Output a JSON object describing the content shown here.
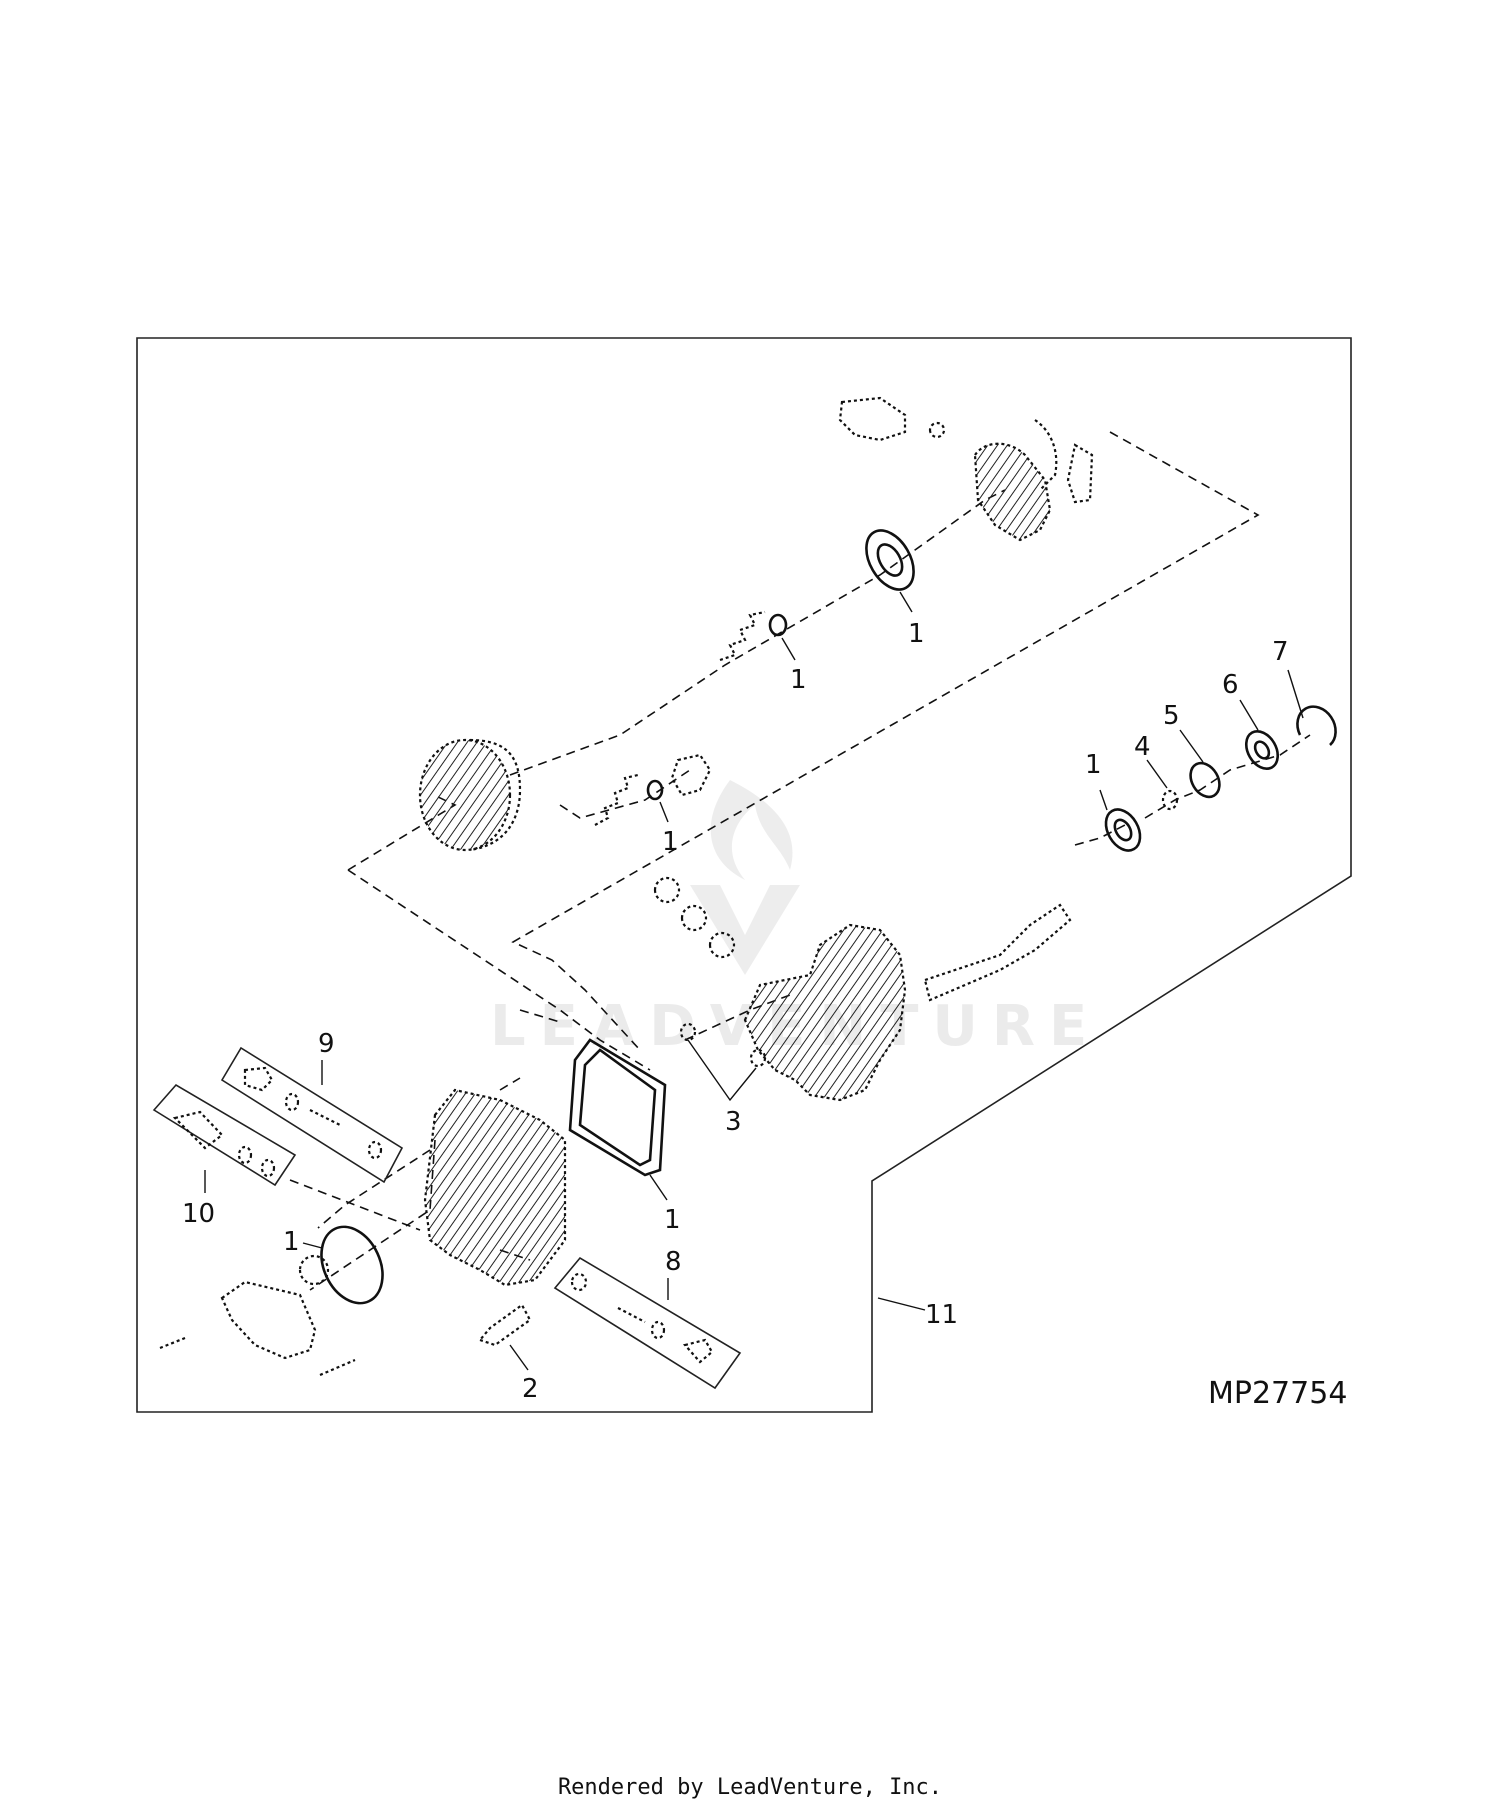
{
  "diagram": {
    "figure_id": "MP27754",
    "watermark": "LEADVENTURE",
    "callouts": {
      "c1_seal_top": "1",
      "c1_oring_top": "1",
      "c1_oring_mid": "1",
      "c1_bearing_right": "1",
      "c4": "4",
      "c5": "5",
      "c6": "6",
      "c7": "7",
      "c3": "3",
      "c9": "9",
      "c10": "10",
      "c1_gasket": "1",
      "c1_oring_cover": "1",
      "c8": "8",
      "c2": "2",
      "c11": "11"
    }
  },
  "footer": {
    "text": "Rendered by LeadVenture, Inc."
  }
}
